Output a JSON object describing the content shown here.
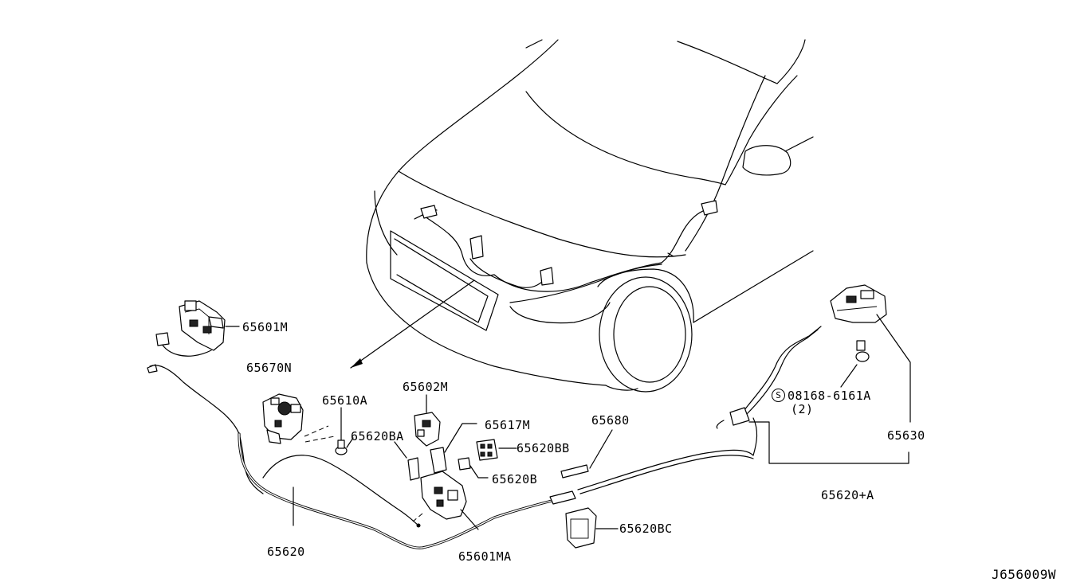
{
  "labels": {
    "p65601M": "65601M",
    "p65670N": "65670N",
    "p65610A": "65610A",
    "p65602M": "65602M",
    "p65617M": "65617M",
    "p65620BA": "65620BA",
    "p65620BB": "65620BB",
    "p65620B": "65620B",
    "p65680": "65680",
    "p65620": "65620",
    "p65601MA": "65601MA",
    "p65620BC": "65620BC",
    "p08168": "08168-6161A",
    "p08168_qty": "(2)",
    "p65630": "65630",
    "p65620A": "65620+A",
    "s_symbol": "S"
  },
  "diagram_code": "J656009W"
}
